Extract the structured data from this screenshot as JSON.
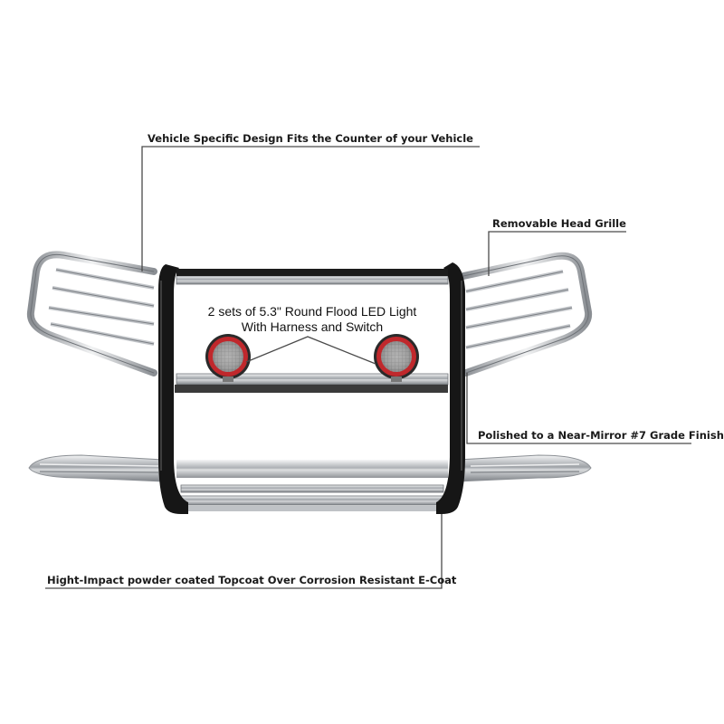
{
  "callouts": {
    "vehicle_specific": "Vehicle Specific Design Fits the Counter of your Vehicle",
    "head_grille": "Removable Head Grille",
    "polished": "Polished to a Near-Mirror #7 Grade Finish",
    "powder_coat": "Hight-Impact powder coated Topcoat Over Corrosion Resistant E-Coat",
    "lights_line1": "2 sets of 5.3\" Round Flood LED Light",
    "lights_line2": "With Harness and Switch"
  },
  "colors": {
    "chrome": "#c9ccd0",
    "black_frame": "#141414",
    "light_ring": "#c0282c",
    "leader": "#4a4a4a"
  }
}
